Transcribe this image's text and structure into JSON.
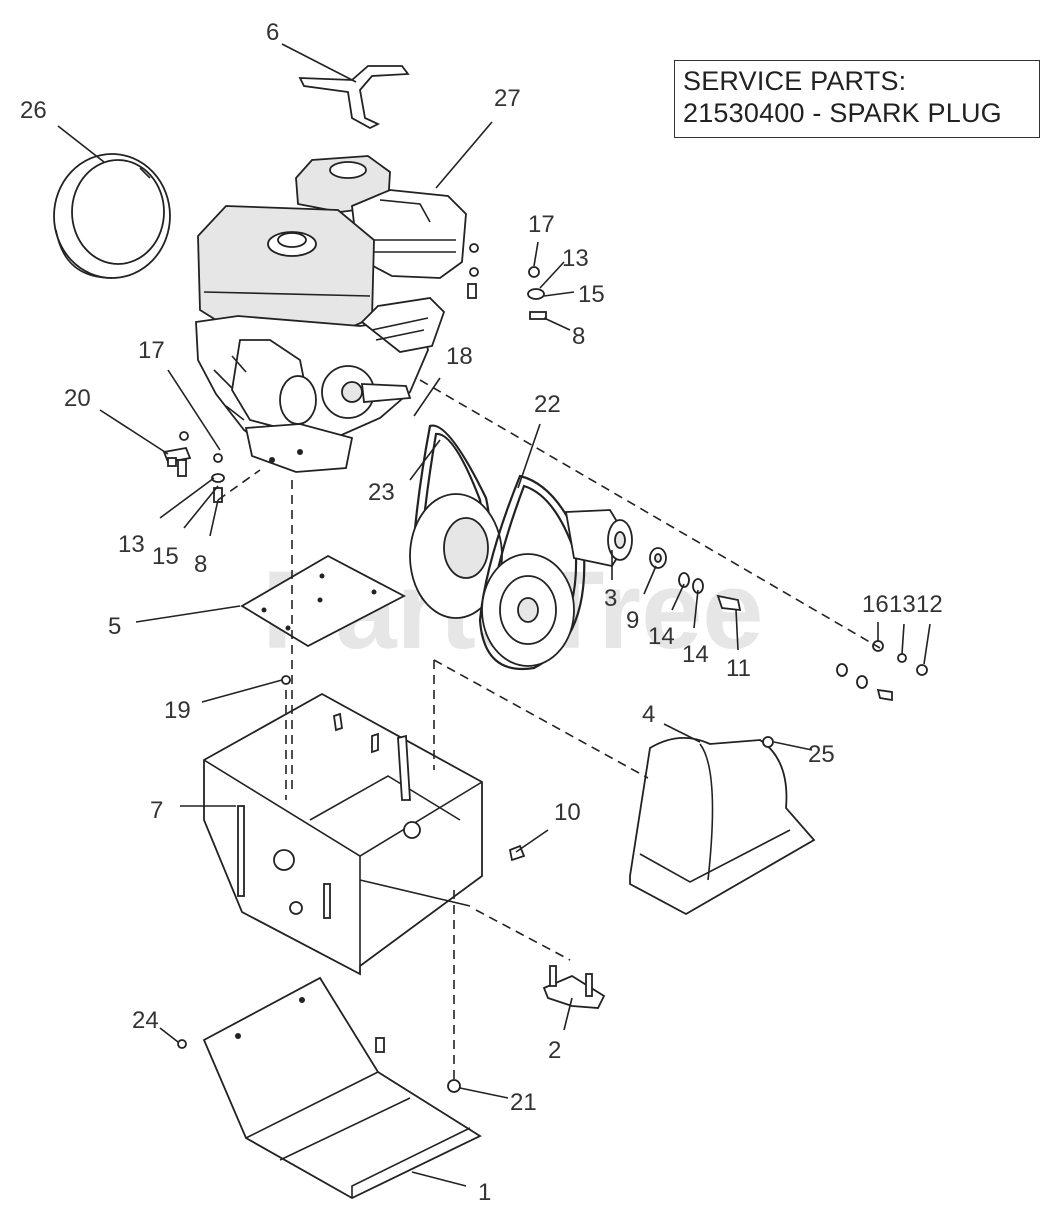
{
  "service_box": {
    "line1": "SERVICE PARTS:",
    "line2": "21530400 - SPARK PLUG"
  },
  "watermark": "PartsTree",
  "callouts": [
    "6",
    "26",
    "27",
    "17",
    "13",
    "15",
    "8",
    "17",
    "18",
    "20",
    "22",
    "23",
    "13",
    "15",
    "8",
    "3",
    "9",
    "14",
    "14",
    "11",
    "16",
    "13",
    "12",
    "5",
    "19",
    "4",
    "25",
    "7",
    "10",
    "24",
    "2",
    "21",
    "1"
  ],
  "colors": {
    "ink": "#222222",
    "watermark": "#c8c8c8"
  }
}
